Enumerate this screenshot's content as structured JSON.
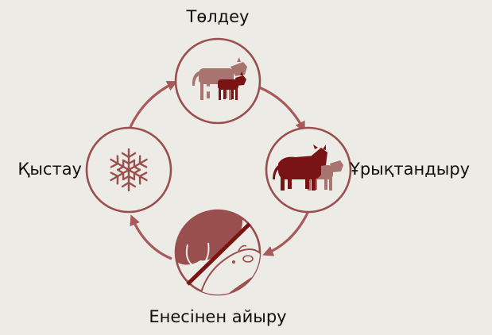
{
  "diagram": {
    "stages": {
      "top": {
        "label": "Төлдеу",
        "icon": "cow-and-calf-icon"
      },
      "right": {
        "label": "Ұрықтандыру",
        "icon": "bull-and-cow-icon"
      },
      "bottom": {
        "label": "Енесінен айыру",
        "icon": "no-suckling-icon"
      },
      "left": {
        "label": "Қыстау",
        "icon": "snowflake-icon"
      }
    }
  },
  "colors": {
    "background": "#ecebe5",
    "ring": "#9a4f4f",
    "arrow": "#a85a5a",
    "animal_dark": "#7a1414",
    "animal_light": "#a87470",
    "text": "#111111"
  }
}
